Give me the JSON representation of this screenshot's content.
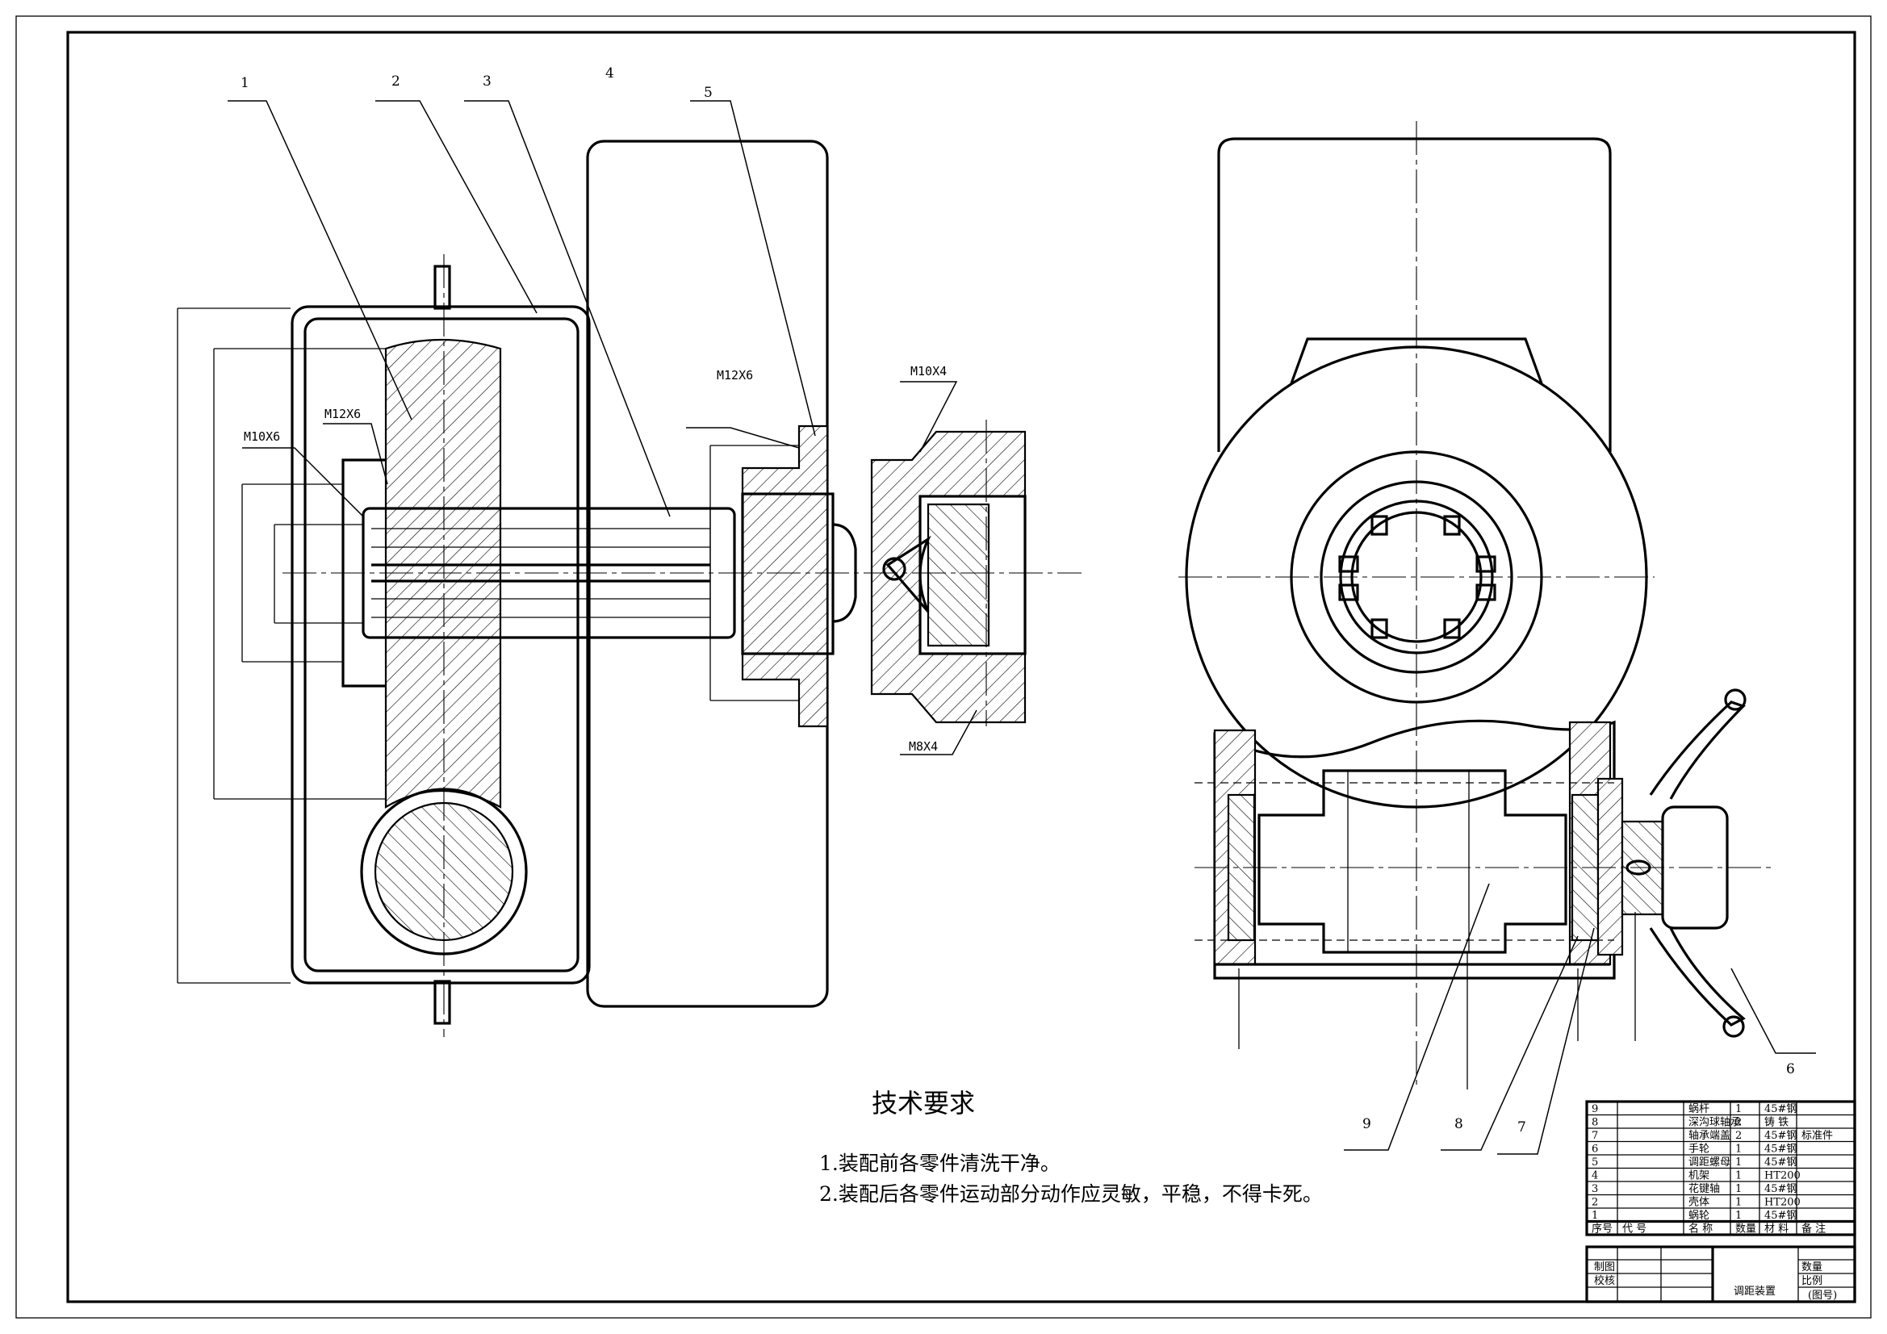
{
  "part_balloons": [
    "1",
    "2",
    "3",
    "4",
    "5",
    "6",
    "7",
    "8",
    "9"
  ],
  "annotations": {
    "m10x6_left": "M10X6",
    "m12x6_left": "M12X6",
    "m12x6_mid": "M12X6",
    "m10x4": "M10X4",
    "m8x4": "M8X4"
  },
  "technical_requirements": {
    "title": "技术要求",
    "items": [
      "1.装配前各零件清洗干净。",
      "2.装配后各零件运动部分动作应灵敏，平稳，不得卡死。"
    ]
  },
  "bom": {
    "header": [
      "序号",
      "代 号",
      "名 称",
      "数量",
      "材 料",
      "备 注"
    ],
    "rows": [
      {
        "no": "9",
        "code": "",
        "name": "蜗杆",
        "qty": "1",
        "material": "45#钢",
        "remark": ""
      },
      {
        "no": "8",
        "code": "",
        "name": "深沟球轴承",
        "qty": "2",
        "material": "铸 铁",
        "remark": ""
      },
      {
        "no": "7",
        "code": "",
        "name": "轴承端盖",
        "qty": "2",
        "material": "45#钢",
        "remark": "标准件"
      },
      {
        "no": "6",
        "code": "",
        "name": "手轮",
        "qty": "1",
        "material": "45#钢",
        "remark": ""
      },
      {
        "no": "5",
        "code": "",
        "name": "调距螺母",
        "qty": "1",
        "material": "45#钢",
        "remark": ""
      },
      {
        "no": "4",
        "code": "",
        "name": "机架",
        "qty": "1",
        "material": "HT200",
        "remark": ""
      },
      {
        "no": "3",
        "code": "",
        "name": "花键轴",
        "qty": "1",
        "material": "45#钢",
        "remark": ""
      },
      {
        "no": "2",
        "code": "",
        "name": "壳体",
        "qty": "1",
        "material": "HT200",
        "remark": ""
      },
      {
        "no": "1",
        "code": "",
        "name": "蜗轮",
        "qty": "1",
        "material": "45#钢",
        "remark": ""
      }
    ]
  },
  "title_block": {
    "drawn_label": "制图",
    "checked_label": "校核",
    "drawing_name": "调距装置",
    "qty_label": "数量",
    "scale_label": "比例",
    "drawing_no_label": "(图号)"
  }
}
